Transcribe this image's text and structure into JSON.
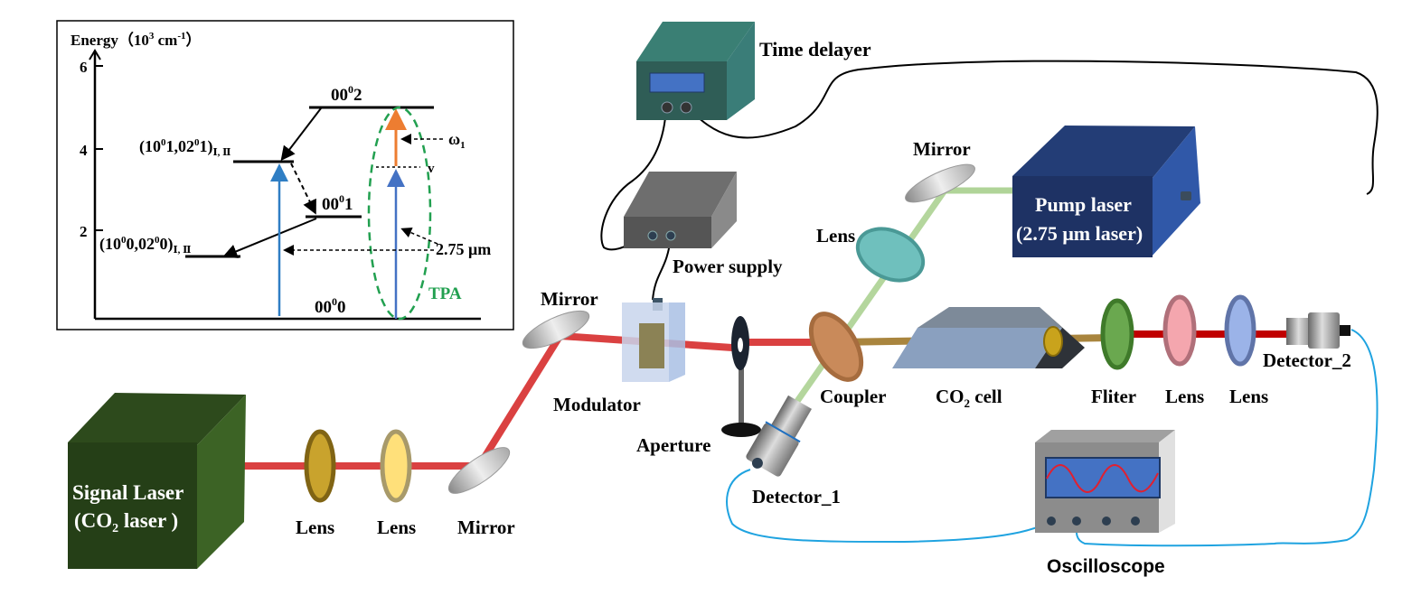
{
  "energy_diagram": {
    "y_axis_label": "Energy（10",
    "y_axis_exp": "3",
    "y_axis_unit": " cm",
    "y_axis_unit_exp": "-1",
    "y_axis_close": "）",
    "ticks": [
      "2",
      "4",
      "6"
    ],
    "levels": {
      "l0002": "00",
      "l0002_sup": "0",
      "l0002_tail": "2",
      "l10001": "(10",
      "l10001_a": "0",
      "l10001_b": "1,02",
      "l10001_c": "0",
      "l10001_d": "1)",
      "l10001_sub": "Ⅰ, Ⅱ",
      "l0001": "00",
      "l0001_sup": "0",
      "l0001_tail": "1",
      "l10000": "(10",
      "l10000_a": "0",
      "l10000_b": "0,02",
      "l10000_c": "0",
      "l10000_d": "0)",
      "l10000_sub": "Ⅰ, Ⅱ",
      "l0000": "00",
      "l0000_sup": "0",
      "l0000_tail": "0"
    },
    "omega_label": "ω",
    "omega_sub": "1",
    "virtual_label": "v",
    "wavelength_label": "2.75 μm",
    "tpa_label": "TPA",
    "colors": {
      "tpa": "#22a050",
      "pump_arrow": "#2f7ec4",
      "omega_arrow": "#ed7d31",
      "tpa_blue": "#4472c4"
    }
  },
  "components": {
    "time_delayer": "Time delayer",
    "power_supply": "Power supply",
    "pump_laser_line1": "Pump laser",
    "pump_laser_line2": "(2.75 μm laser)",
    "mirror_top": "Mirror",
    "lens_top": "Lens",
    "mirror_mid": "Mirror",
    "modulator": "Modulator",
    "aperture": "Aperture",
    "coupler": "Coupler",
    "co2_cell_a": "CO",
    "co2_cell_sub": "2",
    "co2_cell_b": " cell",
    "filter": "Fliter",
    "lens_r1": "Lens",
    "lens_r2": "Lens",
    "detector_2": "Detector_2",
    "detector_1": "Detector_1",
    "oscilloscope": "Oscilloscope",
    "signal_laser_line1": "Signal Laser",
    "signal_laser_line2a": "(CO",
    "signal_laser_sub": "2",
    "signal_laser_line2b": " laser )",
    "lens_b1": "Lens",
    "lens_b2": "Lens",
    "mirror_bottom": "Mirror"
  },
  "colors": {
    "signal_beam": "#d42020",
    "pump_beam": "#a8d08d",
    "mixed_beam": "#a0782a",
    "cable_blue": "#1fa3e0",
    "signal_laser_box": "#2e4a1e",
    "pump_laser_box": "#1f3a6e",
    "time_delayer_box": "#2f6b62",
    "power_supply_box": "#6a6a6a"
  }
}
